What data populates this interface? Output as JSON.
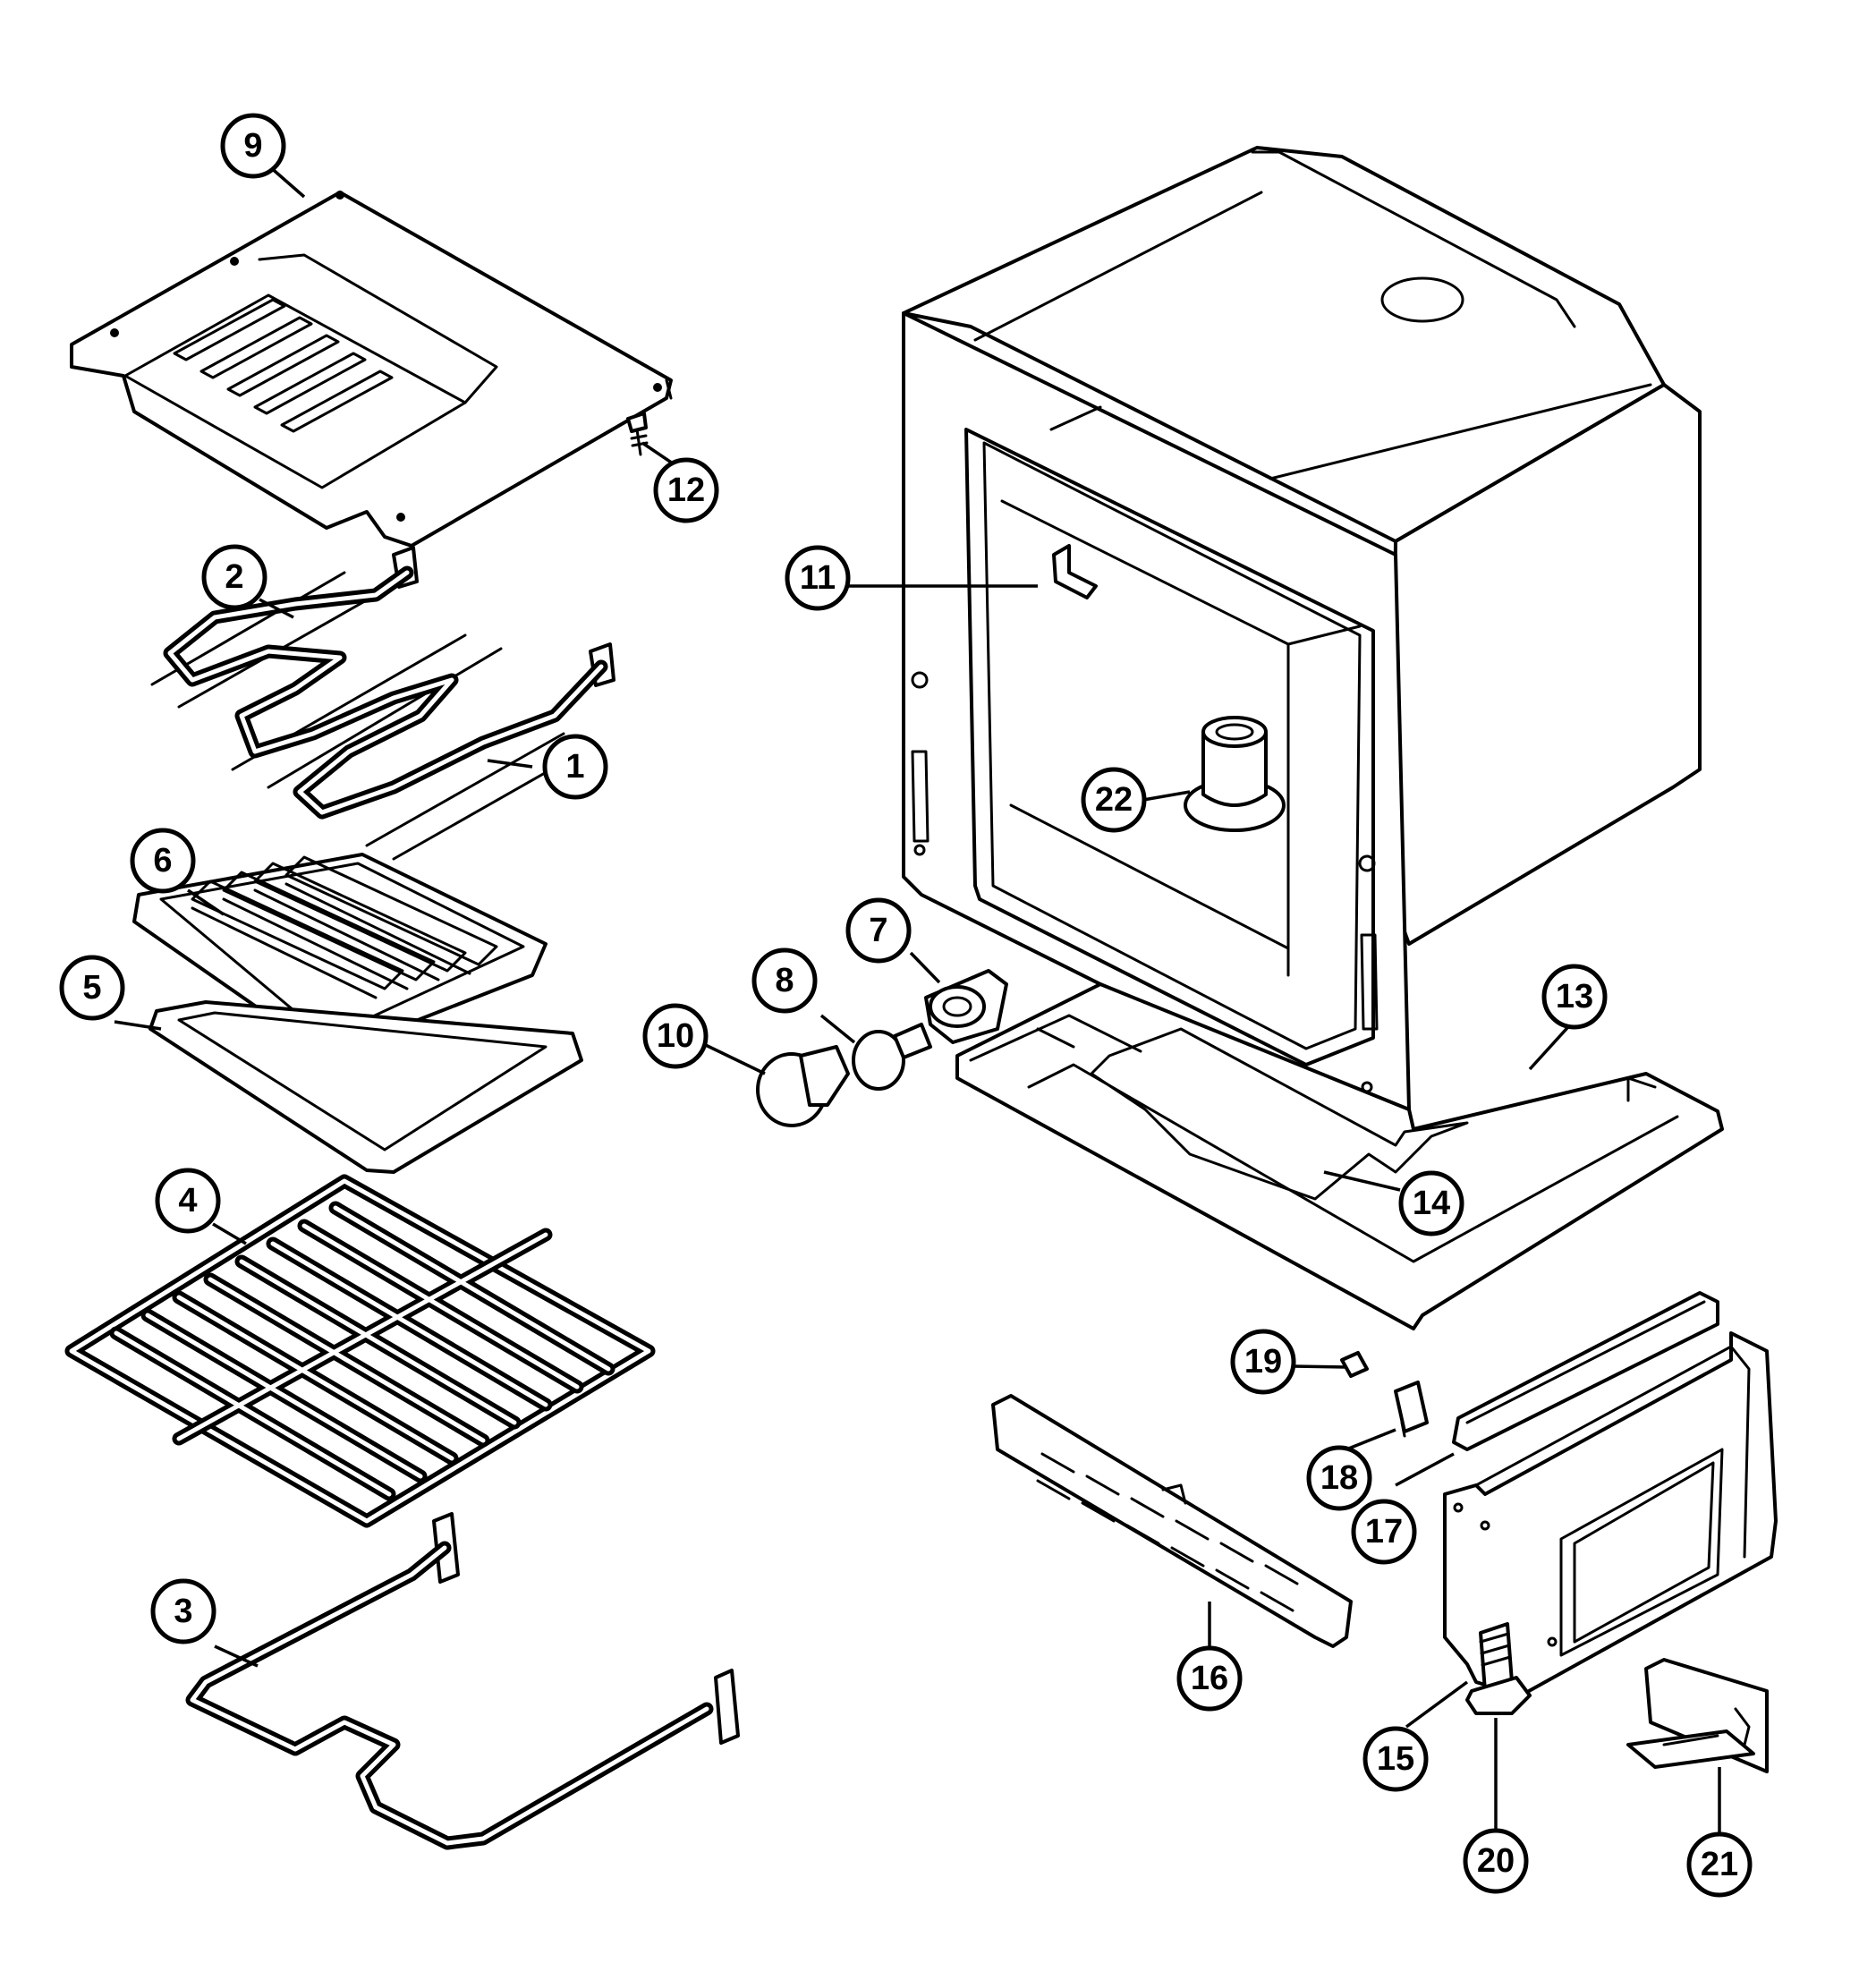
{
  "callouts": [
    {
      "id": "9",
      "text": "9"
    },
    {
      "id": "12",
      "text": "12"
    },
    {
      "id": "2",
      "text": "2"
    },
    {
      "id": "1",
      "text": "1"
    },
    {
      "id": "6",
      "text": "6"
    },
    {
      "id": "5",
      "text": "5"
    },
    {
      "id": "4",
      "text": "4"
    },
    {
      "id": "3",
      "text": "3"
    },
    {
      "id": "11",
      "text": "11"
    },
    {
      "id": "22",
      "text": "22"
    },
    {
      "id": "7",
      "text": "7"
    },
    {
      "id": "8",
      "text": "8"
    },
    {
      "id": "10",
      "text": "10"
    },
    {
      "id": "13",
      "text": "13"
    },
    {
      "id": "14",
      "text": "14"
    },
    {
      "id": "19",
      "text": "19"
    },
    {
      "id": "18",
      "text": "18"
    },
    {
      "id": "17",
      "text": "17"
    },
    {
      "id": "16",
      "text": "16"
    },
    {
      "id": "15",
      "text": "15"
    },
    {
      "id": "20",
      "text": "20"
    },
    {
      "id": "21",
      "text": "21"
    }
  ]
}
